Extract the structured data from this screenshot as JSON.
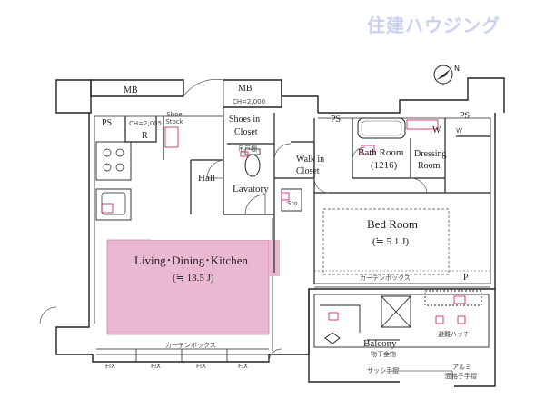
{
  "brand": {
    "logo_text": "住建ハウジング"
  },
  "rooms": {
    "ldk": {
      "name": "Living･Dining･Kitchen",
      "size": "(≒ 13.5 J)"
    },
    "bedroom": {
      "name": "Bed Room",
      "size": "(≒ 5.1 J)"
    },
    "bath": {
      "name": "Bath Room",
      "size": "(1216)"
    },
    "dressing": {
      "name_line1": "Dressing",
      "name_line2": "Room"
    },
    "walkin": {
      "name_line1": "Walk in",
      "name_line2": "Closet"
    },
    "shoes": {
      "name_line1": "Shoes in",
      "name_line2": "Closet"
    },
    "hall": {
      "name": "Hall"
    },
    "lavatory": {
      "name": "Lavatory"
    },
    "balcony": {
      "name": "Balcony"
    }
  },
  "labels": {
    "mb_left": "MB",
    "mb_right": "MB",
    "ch_right": "CH=2,000",
    "ch_left": "CH=2,005",
    "ps_left": "PS",
    "ps_mid": "PS",
    "ps_right": "PS",
    "r": "R",
    "w": "W",
    "w_small": "W",
    "p": "P",
    "sto": "Sto.",
    "shoe_stock": "Shoe Stock",
    "fix_1": "FIX",
    "fix_2": "FIX",
    "fix_3": "FIX",
    "fix_4": "FIX",
    "curtain_box_ldk": "カーテンボックス",
    "curtain_box_bed": "カーテンボックス",
    "mono_hoshi": "物干金物",
    "sash_handrail": "サッシ手摺",
    "aluminum_handrail_1": "アルミ",
    "aluminum_handrail_2": "面格子手摺",
    "emergency": "避難ハッチ",
    "sui_tenkan": "吊戸棚"
  },
  "colors": {
    "ldk_fill": "#eab8d0",
    "wall": "#222222",
    "fixture": "#c2185b",
    "brand": "#c8d2f0"
  }
}
